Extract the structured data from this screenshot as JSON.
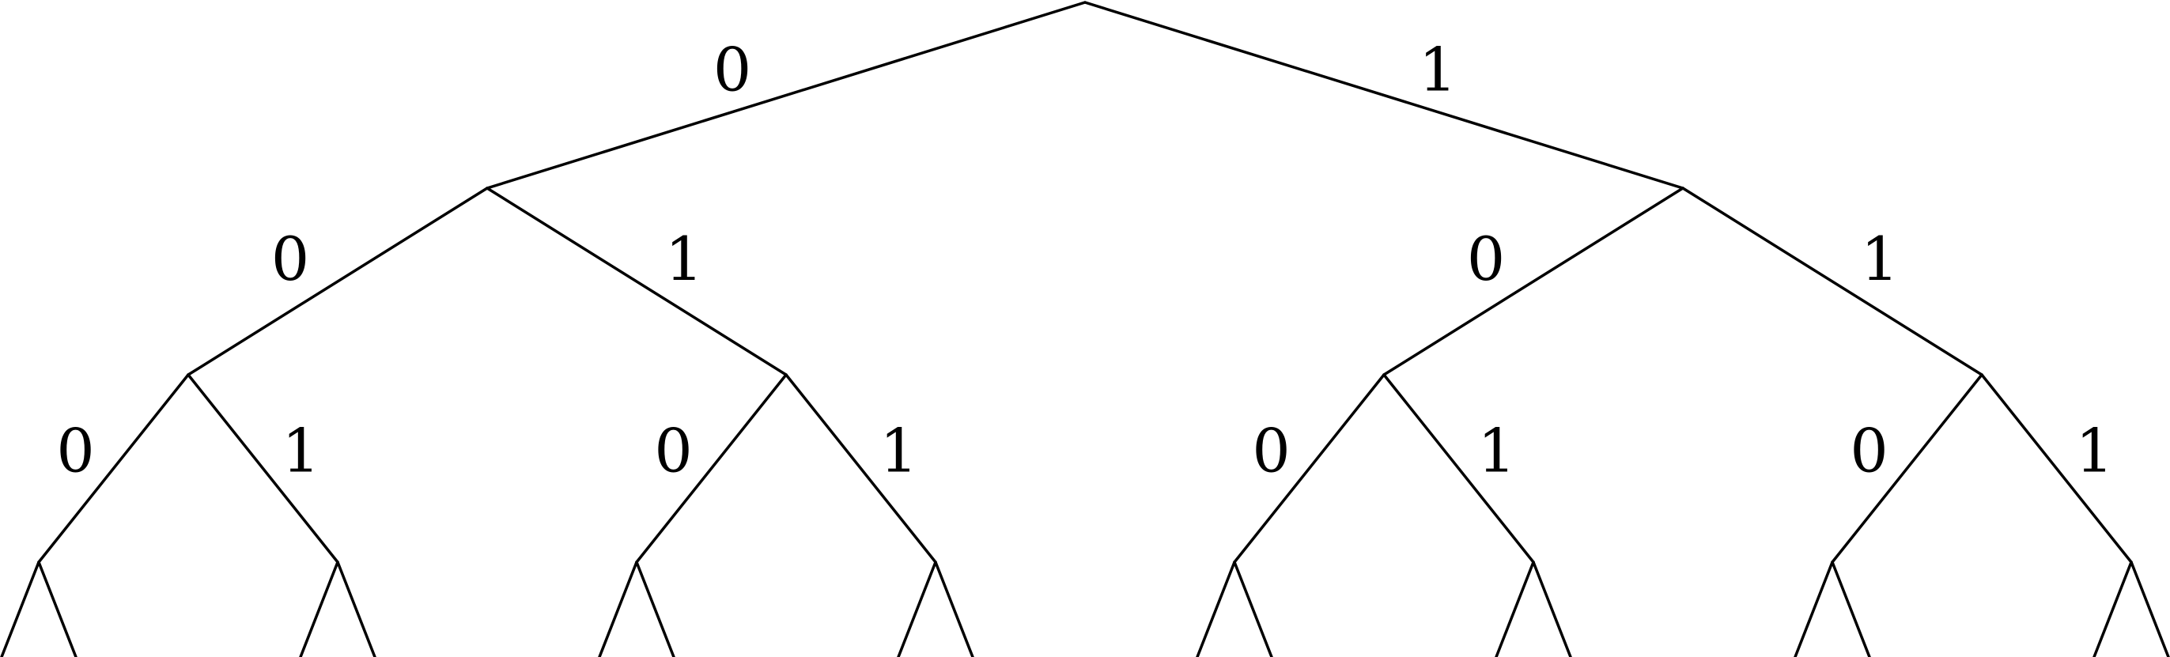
{
  "diagram": {
    "type": "binary-tree",
    "line_color": "#000000",
    "background_color": "#ffffff",
    "branch_labels": {
      "left": "0",
      "right": "1"
    },
    "labeled_levels": 3,
    "visible_levels": 4,
    "last_level_truncated": true
  }
}
